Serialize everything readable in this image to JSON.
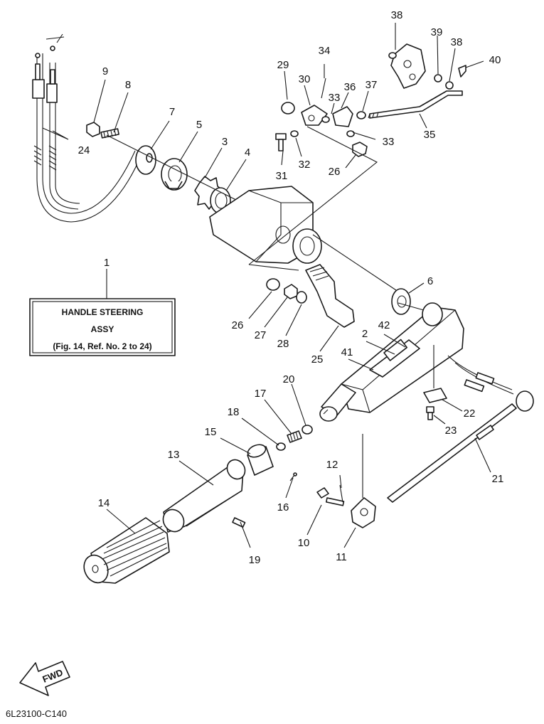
{
  "assembly_box": {
    "line1": "HANDLE STEERING",
    "line2": "ASSY",
    "line3": "(Fig. 14, Ref. No. 2 to 24)"
  },
  "direction_label": "FWD",
  "diagram_code": "6L23100-C140",
  "callouts": {
    "n1": "1",
    "n2": "2",
    "n3": "3",
    "n4": "4",
    "n5": "5",
    "n6": "6",
    "n7": "7",
    "n8": "8",
    "n9": "9",
    "n10": "10",
    "n11": "11",
    "n12": "12",
    "n13": "13",
    "n14": "14",
    "n15": "15",
    "n16": "16",
    "n17": "17",
    "n18": "18",
    "n19": "19",
    "n20": "20",
    "n21": "21",
    "n22": "22",
    "n23": "23",
    "n24": "24",
    "n25": "25",
    "n26a": "26",
    "n26b": "26",
    "n27": "27",
    "n28": "28",
    "n29": "29",
    "n30": "30",
    "n31": "31",
    "n32": "32",
    "n33a": "33",
    "n33b": "33",
    "n34": "34",
    "n35": "35",
    "n36": "36",
    "n37": "37",
    "n38a": "38",
    "n38b": "38",
    "n39": "39",
    "n40": "40",
    "n41": "41",
    "n42": "42"
  },
  "icons": {
    "fwd_arrow": "fwd-arrow-icon"
  }
}
